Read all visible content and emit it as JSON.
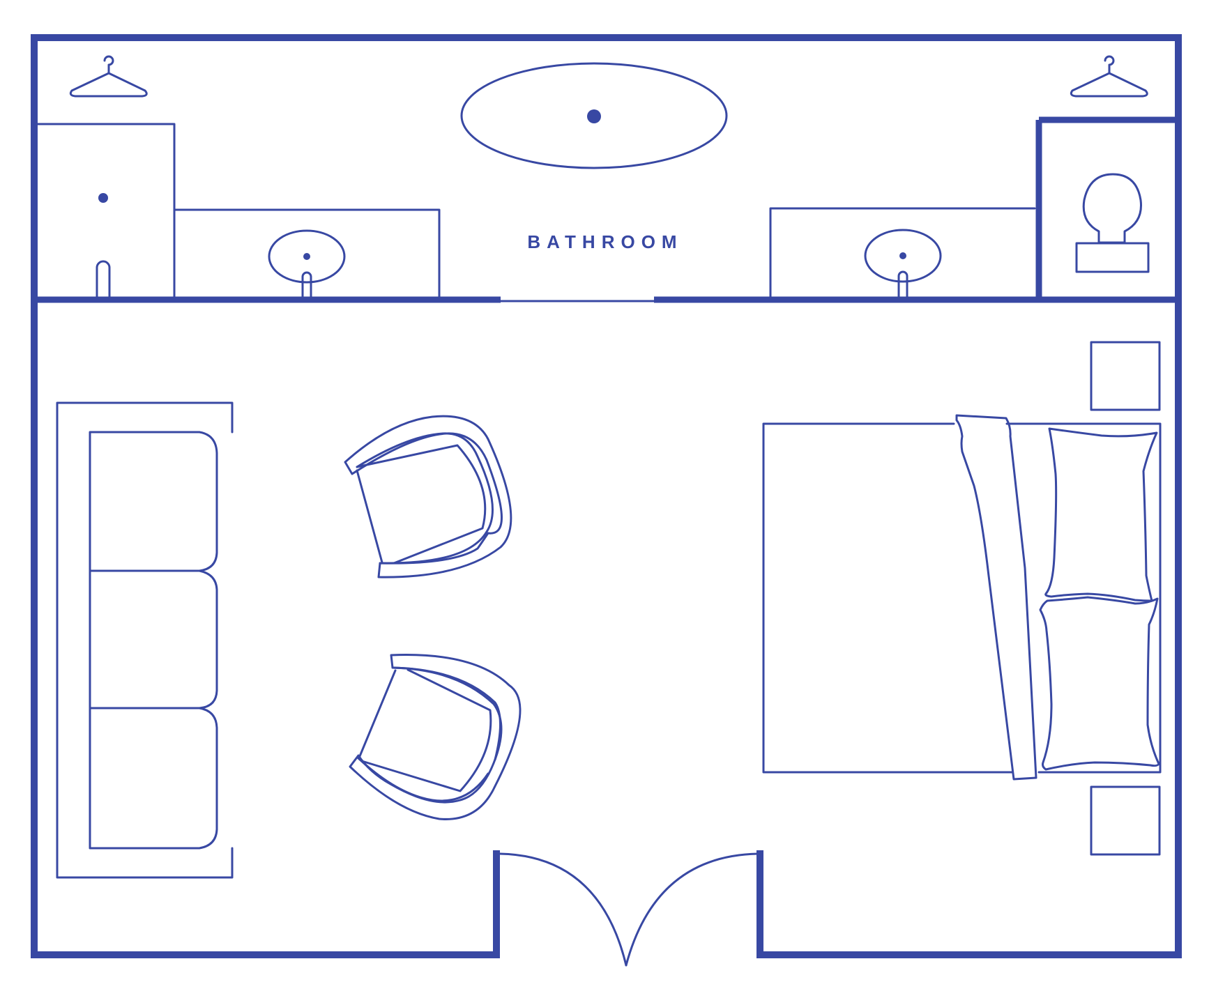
{
  "plan": {
    "labels": {
      "bathroom": "BATHROOM"
    },
    "colors": {
      "line": "#3848a3",
      "background": "#ffffff"
    },
    "fixtures": {
      "bathroom": [
        "closet-cabinet",
        "vanity-sink-left",
        "bathtub",
        "vanity-sink-right",
        "toilet",
        "hanger-icon-left",
        "hanger-icon-right"
      ],
      "bedroom": [
        "sofa",
        "armchair-top",
        "armchair-bottom",
        "bed",
        "nightstand-top",
        "nightstand-bottom",
        "double-door"
      ]
    }
  }
}
